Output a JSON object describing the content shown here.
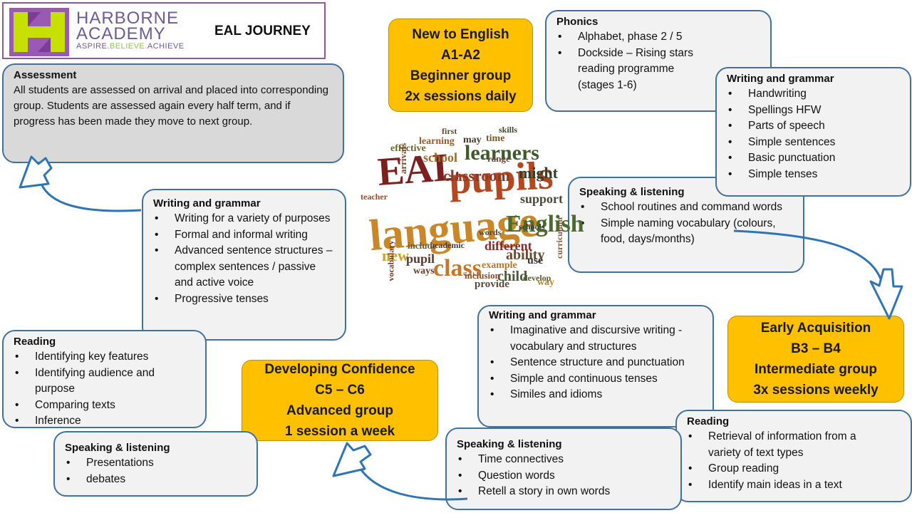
{
  "header": {
    "school_name_line1": "HARBORNE",
    "school_name_line2": "ACADEMY",
    "tagline_part1": "ASPIRE.",
    "tagline_part2": "BELIEVE.",
    "tagline_part3": "ACHIEVE",
    "title": "EAL JOURNEY"
  },
  "groups": {
    "beginner": [
      "New to English",
      "A1-A2",
      "Beginner group",
      "2x sessions daily"
    ],
    "intermediate": [
      "Early Acquisition",
      "B3 – B4",
      "Intermediate group",
      "3x sessions weekly"
    ],
    "advanced": [
      "Developing Confidence",
      "C5 – C6",
      "Advanced group",
      "1 session a week"
    ]
  },
  "assessment": {
    "title": "Assessment",
    "text": "All students are assessed on arrival and placed into corresponding group. Students are assessed again every half term, and if progress has been made they move to next group."
  },
  "beginner_boxes": {
    "phonics": {
      "title": "Phonics",
      "items": [
        "Alphabet, phase 2 / 5",
        "Dockside – Rising stars reading programme (stages 1-6)"
      ]
    },
    "writing": {
      "title": "Writing and grammar",
      "items": [
        "Handwriting",
        "Spellings HFW",
        "Parts of speech",
        "Simple sentences",
        "Basic punctuation",
        "Simple tenses"
      ]
    },
    "speaking": {
      "title": "Speaking & listening",
      "items": [
        "School routines and command words",
        "Simple naming vocabulary (colours, food, days/months)"
      ]
    }
  },
  "intermediate_boxes": {
    "writing": {
      "title": "Writing and grammar",
      "items": [
        "Imaginative and discursive writing - vocabulary and structures",
        "Sentence structure and punctuation",
        "Simple and continuous tenses",
        "Similes and idioms"
      ]
    },
    "reading": {
      "title": "Reading",
      "items": [
        "Retrieval of information from a variety of text types",
        "Group reading",
        "Identify main ideas in a text"
      ]
    },
    "speaking": {
      "title": "Speaking & listening",
      "items": [
        "Time connectives",
        "Question words",
        "Retell a story in own words"
      ]
    }
  },
  "advanced_boxes": {
    "writing": {
      "title": "Writing and grammar",
      "items": [
        "Writing for a variety of purposes",
        "Formal and informal writing",
        "Advanced sentence structures – complex sentences / passive and active voice",
        "Progressive tenses"
      ]
    },
    "reading": {
      "title": "Reading",
      "items": [
        "Identifying key features",
        "Identifying audience and purpose",
        "Comparing texts",
        "Inference"
      ]
    },
    "speaking": {
      "title": "Speaking & listening",
      "items": [
        "Presentations",
        "debates"
      ]
    }
  },
  "word_cloud": [
    {
      "t": "EAL",
      "c": "#7b1f1f"
    },
    {
      "t": "pupils",
      "c": "#b5471e"
    },
    {
      "t": "language",
      "c": "#c9872a"
    },
    {
      "t": "English",
      "c": "#4a6b2a"
    },
    {
      "t": "learners",
      "c": "#3e5a2a"
    },
    {
      "t": "classroom",
      "c": "#8a3b2a"
    },
    {
      "t": "might",
      "c": "#2f3f2a"
    },
    {
      "t": "class",
      "c": "#c5782a"
    },
    {
      "t": "support",
      "c": "#4a4a3a"
    },
    {
      "t": "school",
      "c": "#9a6a2a"
    },
    {
      "t": "new",
      "c": "#c9a02a"
    },
    {
      "t": "pupil",
      "c": "#5a3a2a"
    },
    {
      "t": "child",
      "c": "#4a5a3a"
    },
    {
      "t": "ability",
      "c": "#6a4a2a"
    },
    {
      "t": "different",
      "c": "#8a2a2a"
    },
    {
      "t": "provide",
      "c": "#5a4a3a"
    },
    {
      "t": "use",
      "c": "#3a3a3a"
    },
    {
      "t": "time",
      "c": "#7a5a2a"
    },
    {
      "t": "may",
      "c": "#4a3a2a"
    },
    {
      "t": "effective",
      "c": "#6a6a2a"
    },
    {
      "t": "learning",
      "c": "#9a5a2a"
    },
    {
      "t": "arrivals",
      "c": "#7a4a2a"
    },
    {
      "t": "skills",
      "c": "#3a4a2a"
    },
    {
      "t": "ways",
      "c": "#6a3a2a"
    },
    {
      "t": "words",
      "c": "#4a4a2a"
    },
    {
      "t": "inclusion",
      "c": "#8a4a2a"
    },
    {
      "t": "develop",
      "c": "#5a5a2a"
    },
    {
      "t": "include",
      "c": "#6a5a3a"
    },
    {
      "t": "academic",
      "c": "#4a3a3a"
    },
    {
      "t": "vocabulary",
      "c": "#7a3a2a"
    },
    {
      "t": "teacher",
      "c": "#9a4a2a"
    },
    {
      "t": "first",
      "c": "#5a4a2a"
    },
    {
      "t": "range",
      "c": "#6a4a3a"
    },
    {
      "t": "example",
      "c": "#b5782a"
    },
    {
      "t": "schools",
      "c": "#3a3a2a"
    },
    {
      "t": "curriculum",
      "c": "#7a5a3a"
    },
    {
      "t": "way",
      "c": "#b5872a"
    }
  ]
}
